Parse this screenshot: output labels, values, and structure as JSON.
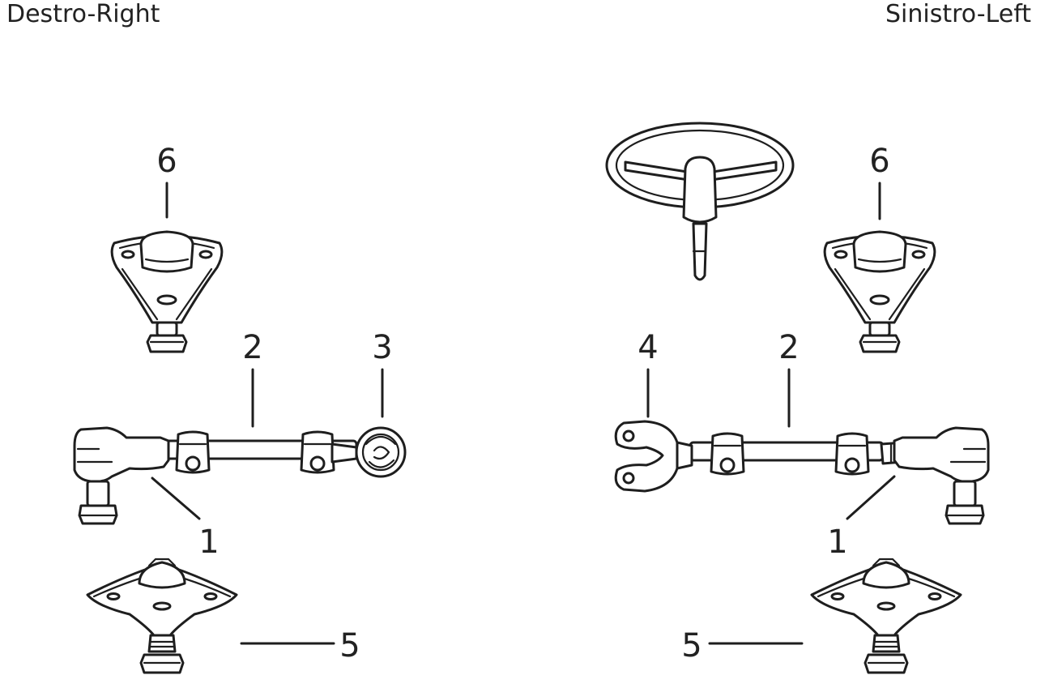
{
  "headings": {
    "right_side": "Destro-Right",
    "left_side": "Sinistro-Left"
  },
  "callouts": {
    "left_group": {
      "n6": "6",
      "n2": "2",
      "n3": "3",
      "n1": "1",
      "n5": "5"
    },
    "right_group": {
      "n6": "6",
      "n4": "4",
      "n2": "2",
      "n1": "1",
      "n5": "5"
    }
  },
  "colors": {
    "ink": "#1e1e1e",
    "faded_part": "#8a8a8a",
    "background": "#ffffff"
  }
}
